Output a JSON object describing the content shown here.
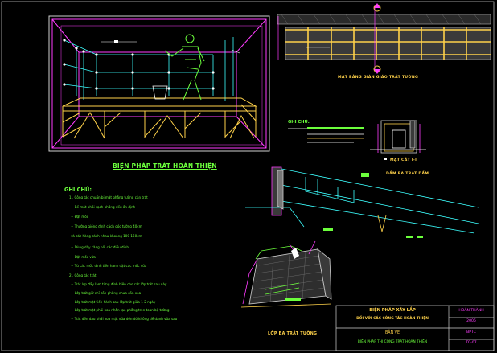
{
  "drawing": {
    "title_plaster": "BIỆN PHÁP TRÁT HOÀN THIỆN",
    "caption_wall_section": "MẶT BẰNG GIÀN GIÁO TRÁT TƯỜNG",
    "caption_detail1": "MẶT CẮT I-I",
    "caption_beam": "DẦM BA TRÁT DẦM",
    "caption_wall3d": "LỚP BA TRÁT TƯỜNG",
    "notes_mini_title": "GHI CHÚ:",
    "notes_title": "GHI CHÚ:",
    "notes": [
      "1 . Công tác chuẩn bị mặt phẳng tường cần trát",
      "+ Bề mặt phải sạch phẳng đều ổn định",
      "+ Đặt mốc",
      "+ Thường giống đinh cách góc tường 40cm",
      "  và các hàng cách nhau khoảng 100-150cm",
      "+ Dùng dây căng nối các điều đinh",
      "+ Đặt mốc vữa",
      "+ Từ các mốc đinh tiến hành đặt các mốc vữa",
      "2 . Công tác trát",
      "+ Trát lớp đầy làm từng đính biên cho các lớp trát sau này",
      "+ Lớp trát giữ chỉ cần phẳng chưa cần xoa",
      "+ Lớp trát mặt tiến hành sau lớp trát giữa 1-2 ngày",
      "+ Lớp trát mặt phải xoa nhẵn tạo phẳng trên toàn bộ tường",
      "+ Trát đến đâu phải xoa mặt vữa đến đó không để đánh vữa sau"
    ]
  },
  "title_block": {
    "left_line1": "BIỆN PHÁP XÂY LẮP",
    "left_line2": "ĐỐI VỚI CÁC CÔNG TÁC HOÀN THIỆN",
    "left_line3": "BẢN VẼ",
    "left_line4": "BIỆN PHÁP THI CÔNG TRÁT HOÀN THIỆN",
    "right_top": "HOÀN THÀNH",
    "right_year": "2006",
    "right_code1": "BPTC",
    "right_code2": "TC-07"
  },
  "colors": {
    "frame": "#ff3cff",
    "scaffold": "#ffd24a",
    "wire": "#3cffff",
    "text_green": "#6cff3c",
    "text_yellow": "#ffd24a",
    "white": "#ffffff"
  }
}
